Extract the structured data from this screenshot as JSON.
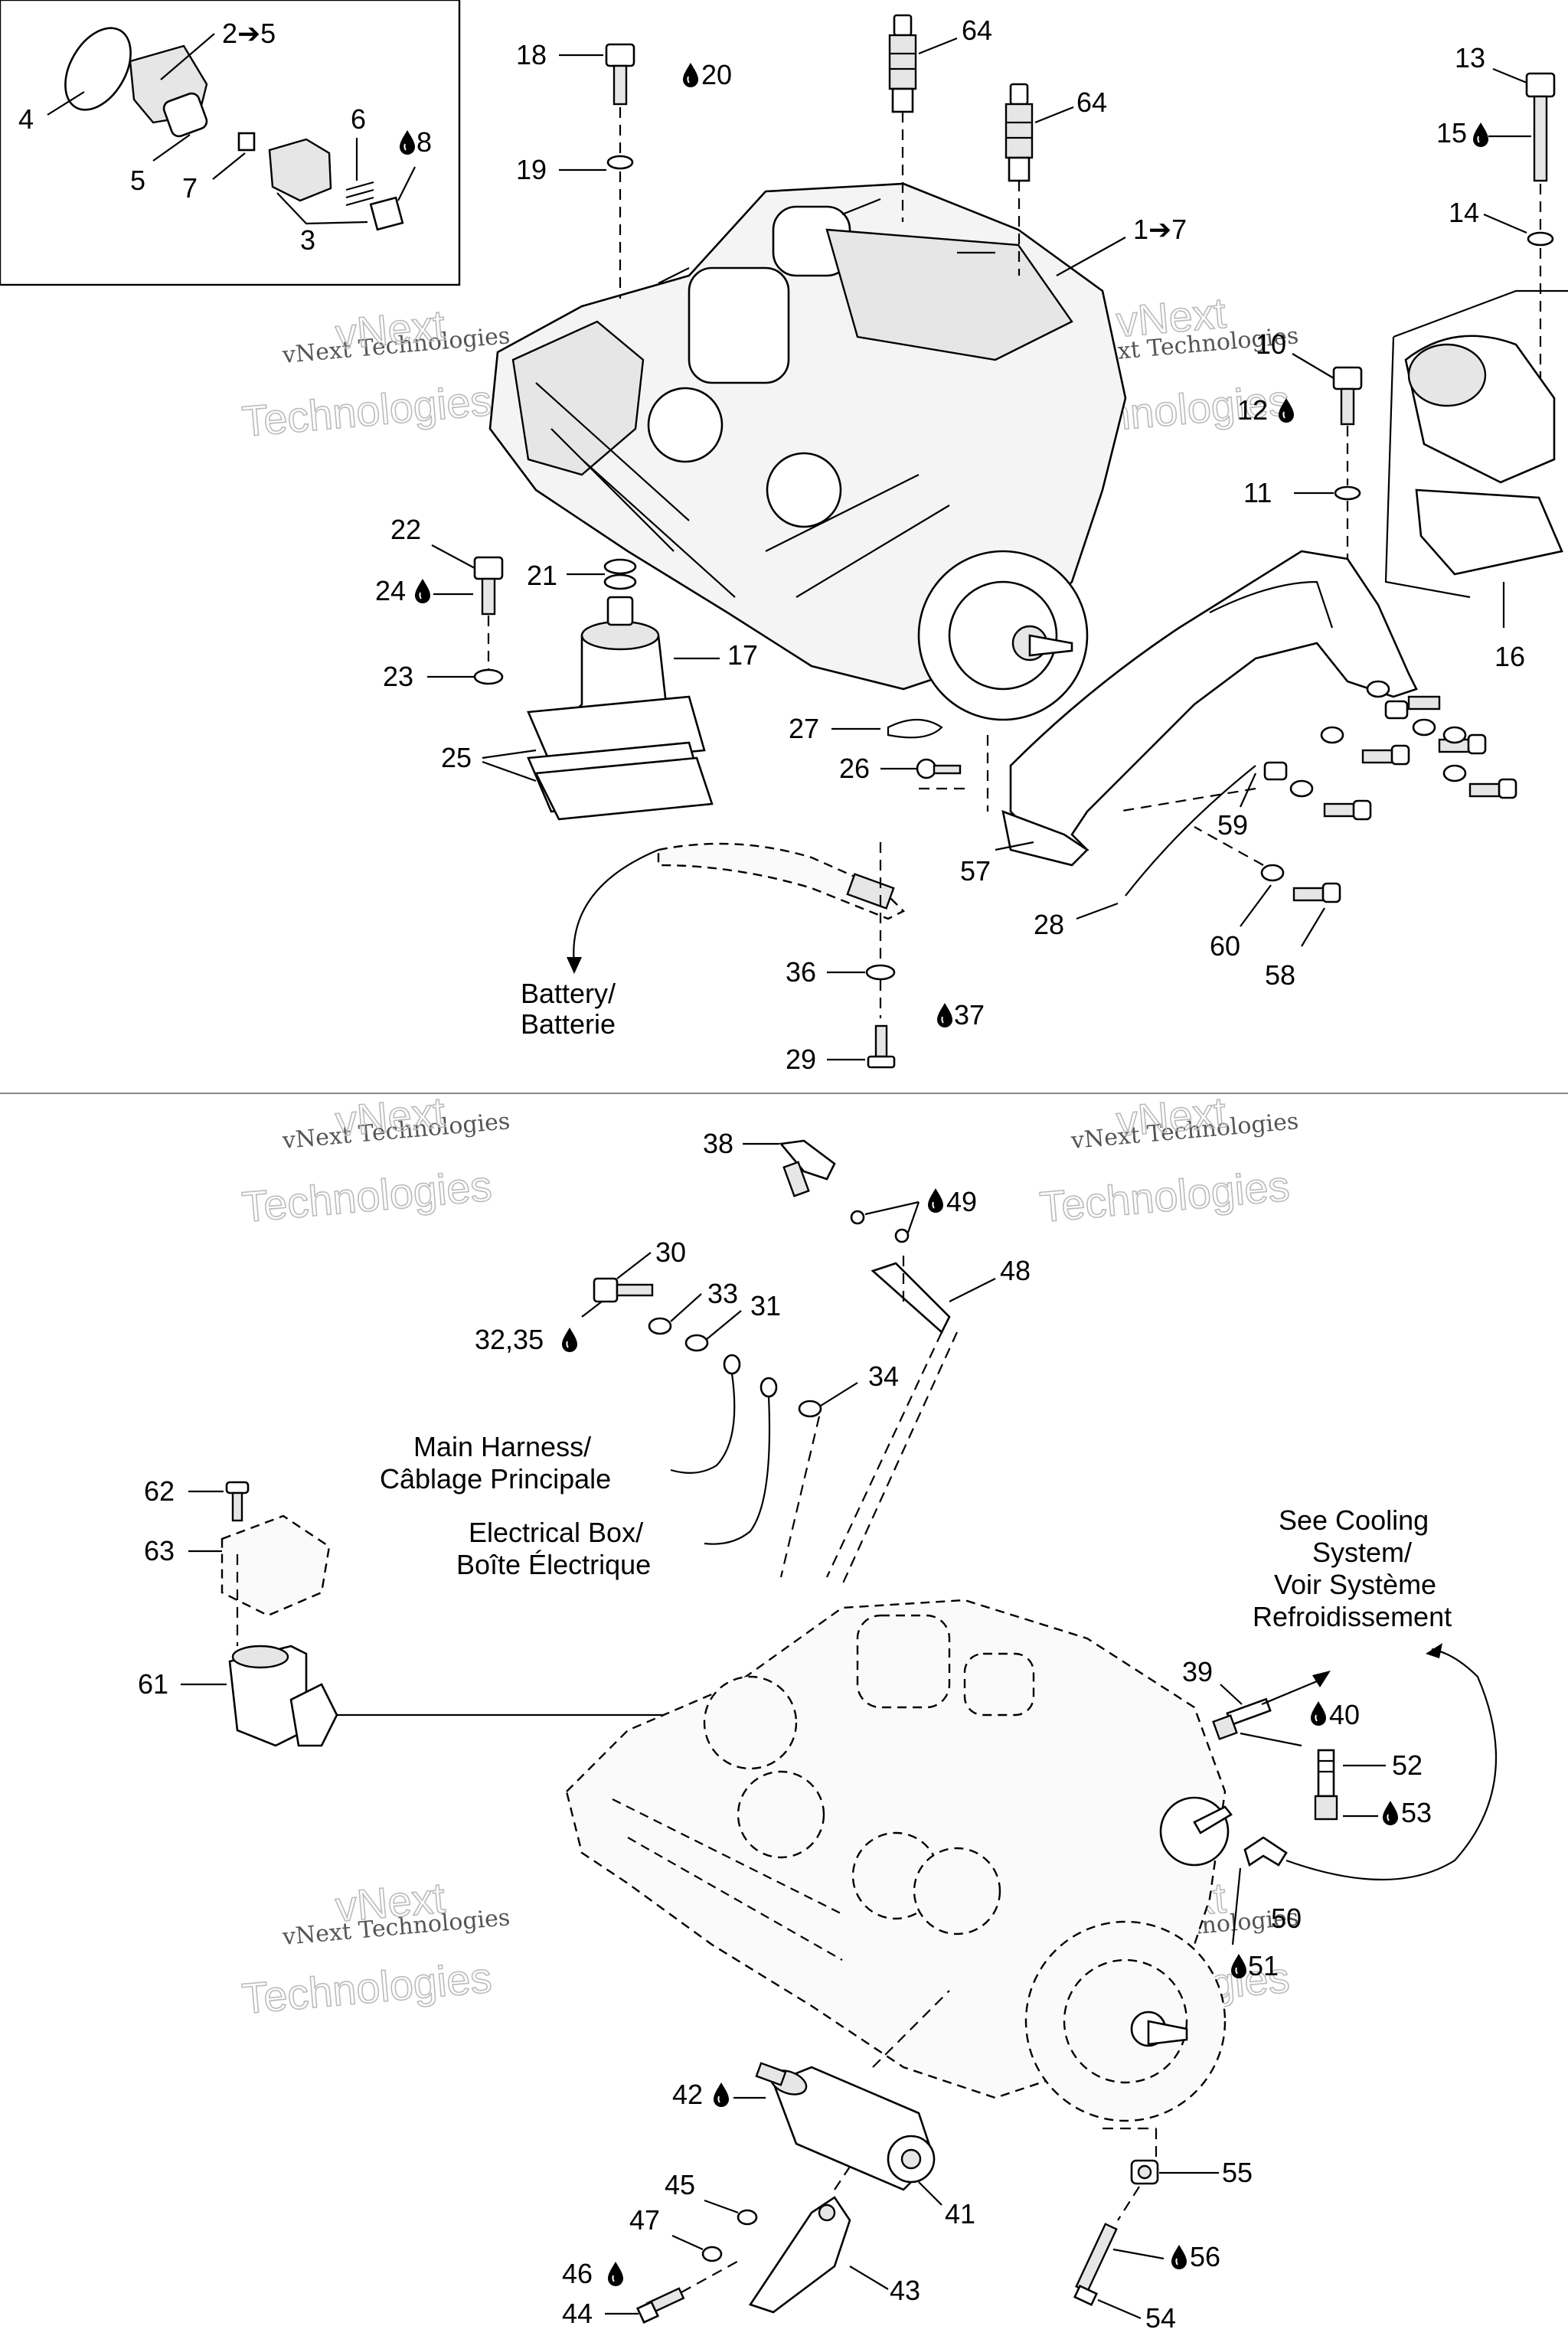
{
  "callouts": {
    "c2_5": "2➔5",
    "c4": "4",
    "c5": "5",
    "c6": "6",
    "c7": "7",
    "c8": "8",
    "c3": "3",
    "c18": "18",
    "c20": "20",
    "c19": "19",
    "c64a": "64",
    "c64b": "64",
    "c1_7": "1➔7",
    "c13": "13",
    "c15": "15",
    "c14": "14",
    "c10": "10",
    "c12": "12",
    "c11": "11",
    "c16": "16",
    "c22": "22",
    "c24": "24",
    "c21": "21",
    "c17": "17",
    "c23": "23",
    "c25": "25",
    "c27": "27",
    "c26": "26",
    "c59": "59",
    "c57": "57",
    "c28": "28",
    "c60": "60",
    "c58": "58",
    "c36": "36",
    "c37": "37",
    "c29": "29",
    "c38": "38",
    "c49": "49",
    "c48": "48",
    "c30": "30",
    "c33": "33",
    "c31": "31",
    "c32_35": "32,35",
    "c34": "34",
    "c62": "62",
    "c63": "63",
    "c61": "61",
    "c39": "39",
    "c40": "40",
    "c52": "52",
    "c53": "53",
    "c50": "50",
    "c51": "51",
    "c42": "42",
    "c41": "41",
    "c45": "45",
    "c47": "47",
    "c46": "46",
    "c44": "44",
    "c43": "43",
    "c55": "55",
    "c56": "56",
    "c54": "54"
  },
  "notes": {
    "battery_en": "Battery/",
    "battery_fr": "Batterie",
    "main_harness_en": "Main Harness/",
    "main_harness_fr": "Câblage Principale",
    "electrical_box_en": "Electrical Box/",
    "electrical_box_fr": "Boîte Électrique",
    "cooling_1": "See Cooling",
    "cooling_2": "System/",
    "cooling_3": "Voir Système",
    "cooling_4": "Refroidissement"
  },
  "watermark": {
    "line1": "vNext Technologies",
    "line2": "vNext",
    "line3": "Technologies"
  }
}
